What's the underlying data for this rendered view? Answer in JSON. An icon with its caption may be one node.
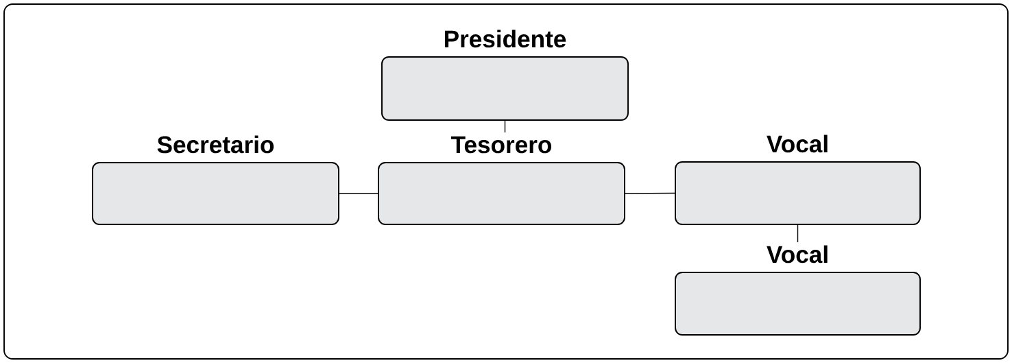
{
  "diagram": {
    "nodes": [
      {
        "text": [
          "Presidente"
        ]
      },
      {
        "text": [
          "Secretario"
        ]
      },
      {
        "text": [
          "Tesorero"
        ]
      },
      {
        "text": [
          "Vocal"
        ]
      },
      {
        "text": [
          "Vocal"
        ]
      }
    ],
    "edges": [
      {
        "from": 0,
        "to": 2,
        "arrow": "none"
      },
      {
        "from": 1,
        "to": 2,
        "arrow": "none"
      },
      {
        "from": 2,
        "to": 3,
        "arrow": "none"
      },
      {
        "from": 3,
        "to": 4,
        "arrow": "none"
      }
    ]
  }
}
